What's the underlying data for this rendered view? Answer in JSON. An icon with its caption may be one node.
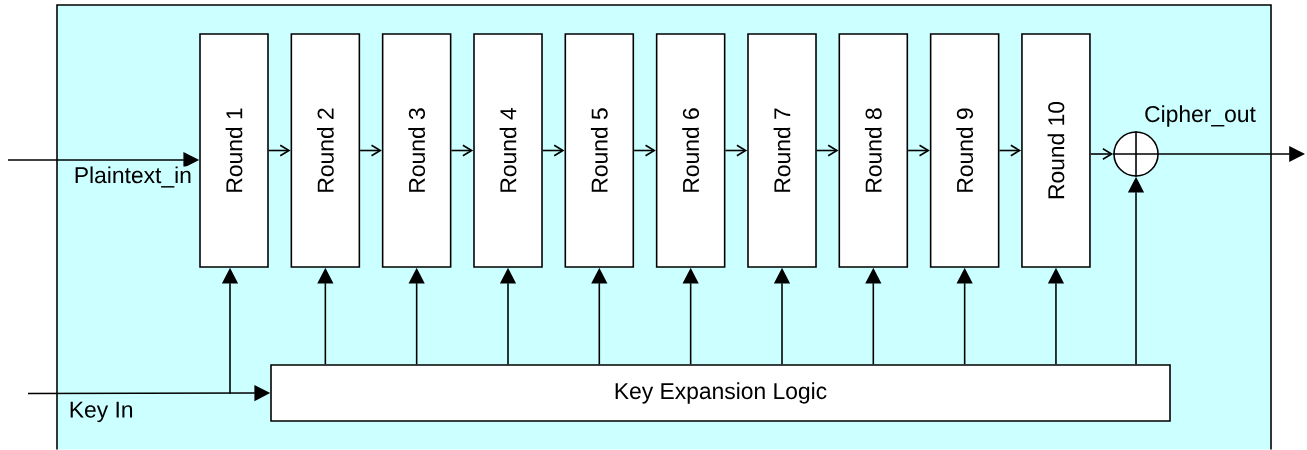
{
  "diagram": {
    "nodes": [
      {
        "text": [],
        "shape": "box"
      },
      {
        "text": [
          "Round 1"
        ],
        "in": 0
      },
      {
        "text": [
          "Round 2"
        ],
        "in": 0
      },
      {
        "text": [
          "Round 3"
        ],
        "in": 0
      },
      {
        "text": [
          "Round 4"
        ],
        "in": 0
      },
      {
        "text": [
          "Round 5"
        ],
        "in": 0
      },
      {
        "text": [
          "Round 6"
        ],
        "in": 0
      },
      {
        "text": [
          "Round 7"
        ],
        "in": 0
      },
      {
        "text": [
          "Round 8"
        ],
        "in": 0
      },
      {
        "text": [
          "Round 9"
        ],
        "in": 0
      },
      {
        "text": [
          "Round 10"
        ],
        "in": 0
      },
      {
        "text": [
          "Key Expansion Logic"
        ],
        "in": 0
      },
      {
        "text": [],
        "shape": "circle",
        "in": 0
      }
    ],
    "edges": [
      {
        "from": null,
        "to": 1,
        "arrow": "to",
        "label": "Plaintext_in"
      },
      {
        "from": null,
        "to": 11,
        "arrow": "to",
        "label": "Key In"
      },
      {
        "from": null,
        "to": 1,
        "arrow": "to"
      },
      {
        "from": 1,
        "to": 2,
        "arrow": "to"
      },
      {
        "from": 2,
        "to": 3,
        "arrow": "to"
      },
      {
        "from": 3,
        "to": 4,
        "arrow": "to"
      },
      {
        "from": 4,
        "to": 5,
        "arrow": "to"
      },
      {
        "from": 5,
        "to": 6,
        "arrow": "to"
      },
      {
        "from": 6,
        "to": 7,
        "arrow": "to"
      },
      {
        "from": 7,
        "to": 8,
        "arrow": "to"
      },
      {
        "from": 8,
        "to": 9,
        "arrow": "to"
      },
      {
        "from": 9,
        "to": 10,
        "arrow": "to"
      },
      {
        "from": 10,
        "to": 12,
        "arrow": "to"
      },
      {
        "from": 11,
        "to": 2,
        "arrow": "to"
      },
      {
        "from": 11,
        "to": 3,
        "arrow": "to"
      },
      {
        "from": 11,
        "to": 4,
        "arrow": "to"
      },
      {
        "from": 11,
        "to": 5,
        "arrow": "to"
      },
      {
        "from": 11,
        "to": 6,
        "arrow": "to"
      },
      {
        "from": 11,
        "to": 7,
        "arrow": "to"
      },
      {
        "from": 11,
        "to": 8,
        "arrow": "to"
      },
      {
        "from": 11,
        "to": 9,
        "arrow": "to"
      },
      {
        "from": 11,
        "to": 10,
        "arrow": "to"
      },
      {
        "from": 11,
        "to": 12,
        "arrow": "to"
      },
      {
        "from": 12,
        "to": null,
        "arrow": "to",
        "label": "Cipher_out"
      }
    ]
  }
}
